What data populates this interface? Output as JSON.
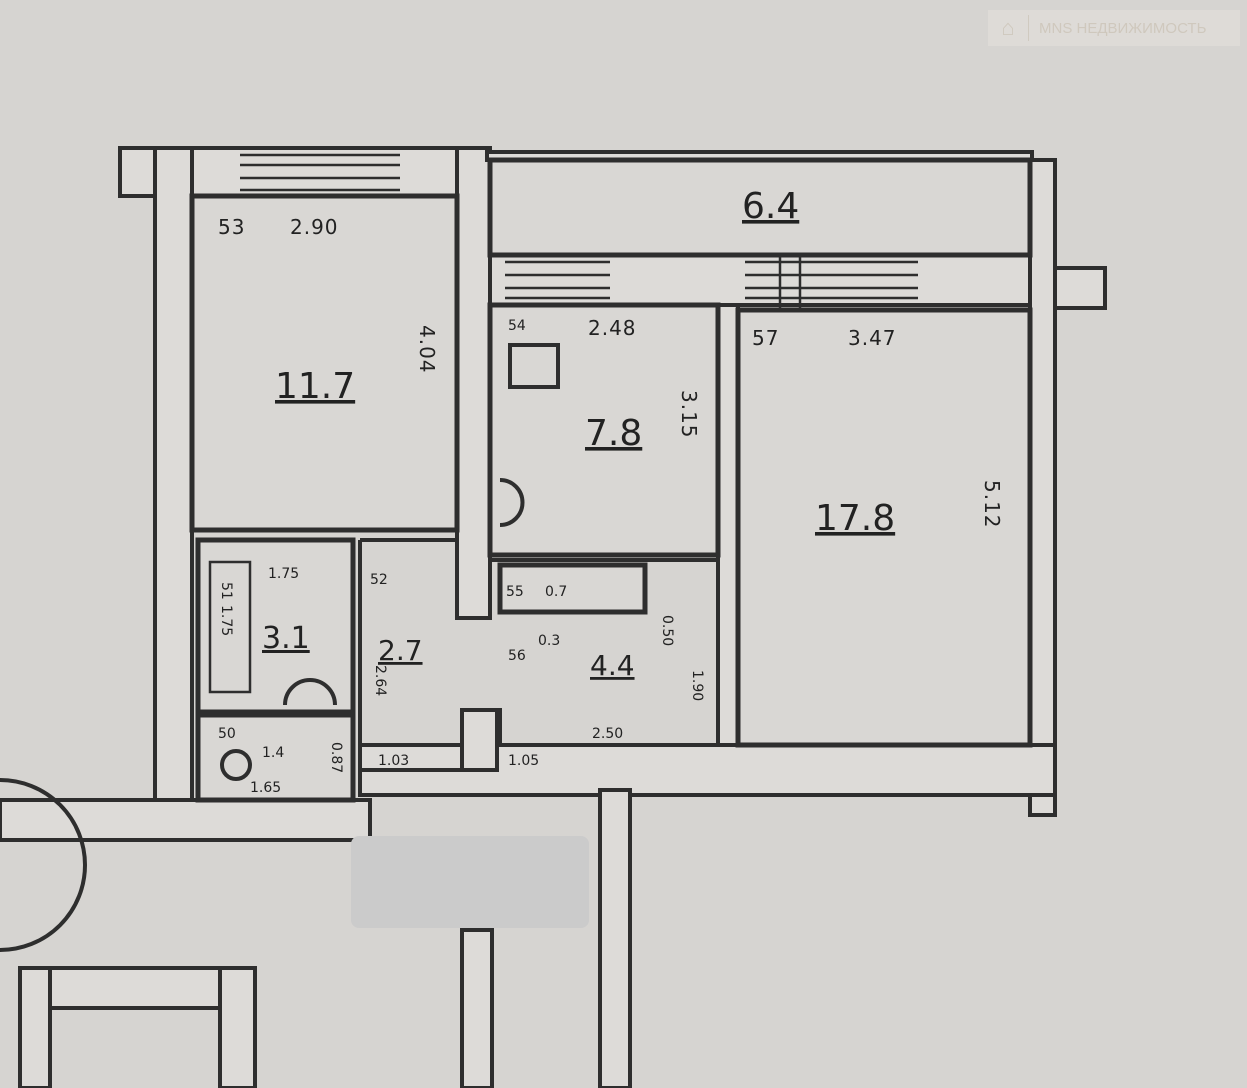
{
  "watermark": {
    "icon": "house-icon",
    "text": "MNS НЕДВИЖИМОСТЬ"
  },
  "rooms": {
    "room_a": {
      "num": "53",
      "width": "2.90",
      "area": "11.7",
      "length": "4.04"
    },
    "balcony": {
      "area": "6.4"
    },
    "kitchen": {
      "num": "54",
      "width": "2.48",
      "area": "7.8",
      "length": "3.15"
    },
    "room_b": {
      "num": "57",
      "width": "3.47",
      "area": "17.8",
      "length": "5.12"
    },
    "bath": {
      "num": "51",
      "width": "1.75",
      "length": "1.75",
      "area": "3.1"
    },
    "hall_a": {
      "num": "52",
      "area": "2.7",
      "length": "2.64",
      "width": "1.03"
    },
    "pantry": {
      "num": "55",
      "area": "0.7"
    },
    "hall_b": {
      "num": "56",
      "sub": "0.3",
      "area": "4.4",
      "dim1": "0.50",
      "dim2": "1.90",
      "dim3": "2.50",
      "dim4": "1.05"
    },
    "wc": {
      "num": "50",
      "area": "1.4",
      "width": "1.65",
      "length": "0.87"
    }
  }
}
